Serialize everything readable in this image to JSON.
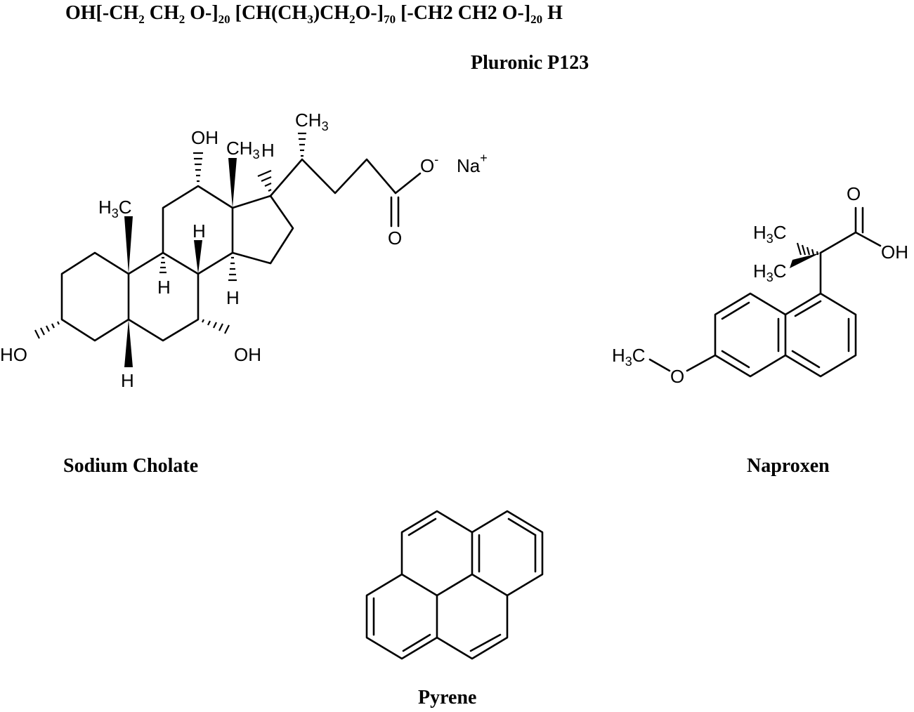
{
  "pluronic": {
    "formula": {
      "p1": "OH[-CH",
      "s1": "2",
      "p2": " CH",
      "s2": "2",
      "p3": " O-]",
      "s3": "20",
      "p4": " [CH(CH",
      "s4": "3",
      "p5": ")CH",
      "s5": "2",
      "p6": "O-]",
      "s6": "70",
      "p7": " [-CH2 CH2 O-]",
      "s7": "20",
      "p8": " H"
    },
    "name": "Pluronic P123"
  },
  "sodium_cholate": {
    "name": "Sodium Cholate",
    "labels": {
      "ch3_top": "CH",
      "ch3_top_sub": "3",
      "oh_top": "OH",
      "ch3_mid": "CH",
      "ch3_mid_sub": "3",
      "h_c17": "H",
      "o_minus": "O",
      "o_charge": "-",
      "na": "Na",
      "na_charge": "+",
      "h3c_c10_h": "H",
      "h3c_c10_sub": "3",
      "h3c_c10_c": "C",
      "h_c8": "H",
      "h_c9": "H",
      "h_c14": "H",
      "o_carbonyl": "O",
      "ho_left": "HO",
      "oh_right": "OH",
      "h_c5": "H"
    }
  },
  "naproxen": {
    "name": "Naproxen",
    "labels": {
      "o_carbonyl": "O",
      "h3c_1_h": "H",
      "h3c_1_sub": "3",
      "h3c_1_c": "C",
      "oh": "OH",
      "h3c_2_h": "H",
      "h3c_2_sub": "3",
      "h3c_2_c": "C",
      "h3c_o_h": "H",
      "h3c_o_sub": "3",
      "h3c_o_c": "C",
      "o_ether": "O"
    }
  },
  "pyrene": {
    "name": "Pyrene"
  }
}
